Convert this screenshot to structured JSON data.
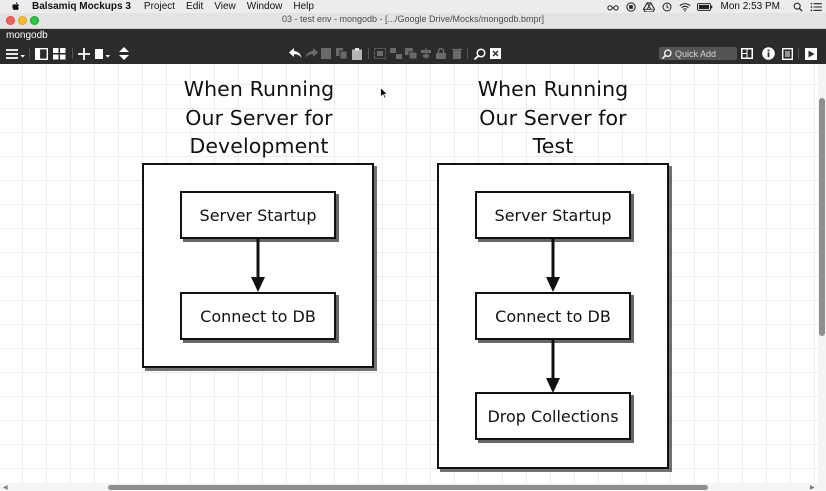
{
  "menubar": {
    "app_name": "Balsamiq Mockups 3",
    "menus": [
      "Project",
      "Edit",
      "View",
      "Window",
      "Help"
    ],
    "clock": "Mon 2:53 PM"
  },
  "window": {
    "title": "03 - test env - mongodb - [.../Google Drive/Mocks/mongodb.bmpr]"
  },
  "project_tab": "mongodb",
  "toolbar": {
    "quick_add_placeholder": "Quick Add"
  },
  "mockup": {
    "left": {
      "heading_lines": [
        "When Running",
        "Our Server for",
        "Development"
      ],
      "steps": [
        "Server Startup",
        "Connect to DB"
      ]
    },
    "right": {
      "heading_lines": [
        "When Running",
        "Our Server for",
        "Test"
      ],
      "steps": [
        "Server Startup",
        "Connect to DB",
        "Drop Collections"
      ]
    }
  }
}
